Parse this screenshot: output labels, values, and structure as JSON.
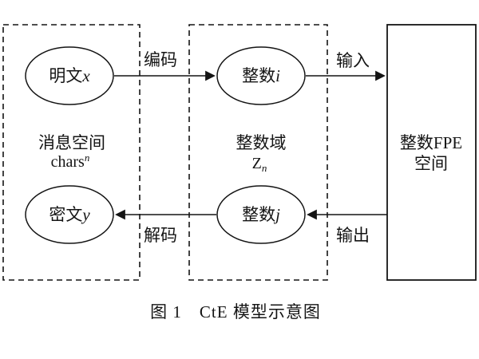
{
  "diagram": {
    "caption": "图 1　CtE 模型示意图",
    "colors": {
      "line": "#141414",
      "background": "#ffffff"
    },
    "spaces": [
      {
        "id": "message-space",
        "border": "dashed",
        "label_line1": "消息空间",
        "label_line2_base": "chars",
        "label_line2_script": "n",
        "script_position": "superscript"
      },
      {
        "id": "integer-domain",
        "border": "dashed",
        "label_line1": "整数域",
        "label_line2_base": "Z",
        "label_line2_script": "n",
        "script_position": "subscript"
      },
      {
        "id": "integer-fpe-space",
        "border": "solid",
        "label_line1": "整数FPE",
        "label_line2": "空间"
      }
    ],
    "nodes": [
      {
        "id": "plaintext",
        "text": "明文",
        "var": "x"
      },
      {
        "id": "integer-i",
        "text": "整数",
        "var": "i"
      },
      {
        "id": "ciphertext",
        "text": "密文",
        "var": "y"
      },
      {
        "id": "integer-j",
        "text": "整数",
        "var": "j"
      }
    ],
    "arrows": [
      {
        "id": "encode",
        "label": "编码",
        "direction": "right"
      },
      {
        "id": "input",
        "label": "输入",
        "direction": "right"
      },
      {
        "id": "decode",
        "label": "解码",
        "direction": "left"
      },
      {
        "id": "output",
        "label": "输出",
        "direction": "left"
      }
    ]
  }
}
